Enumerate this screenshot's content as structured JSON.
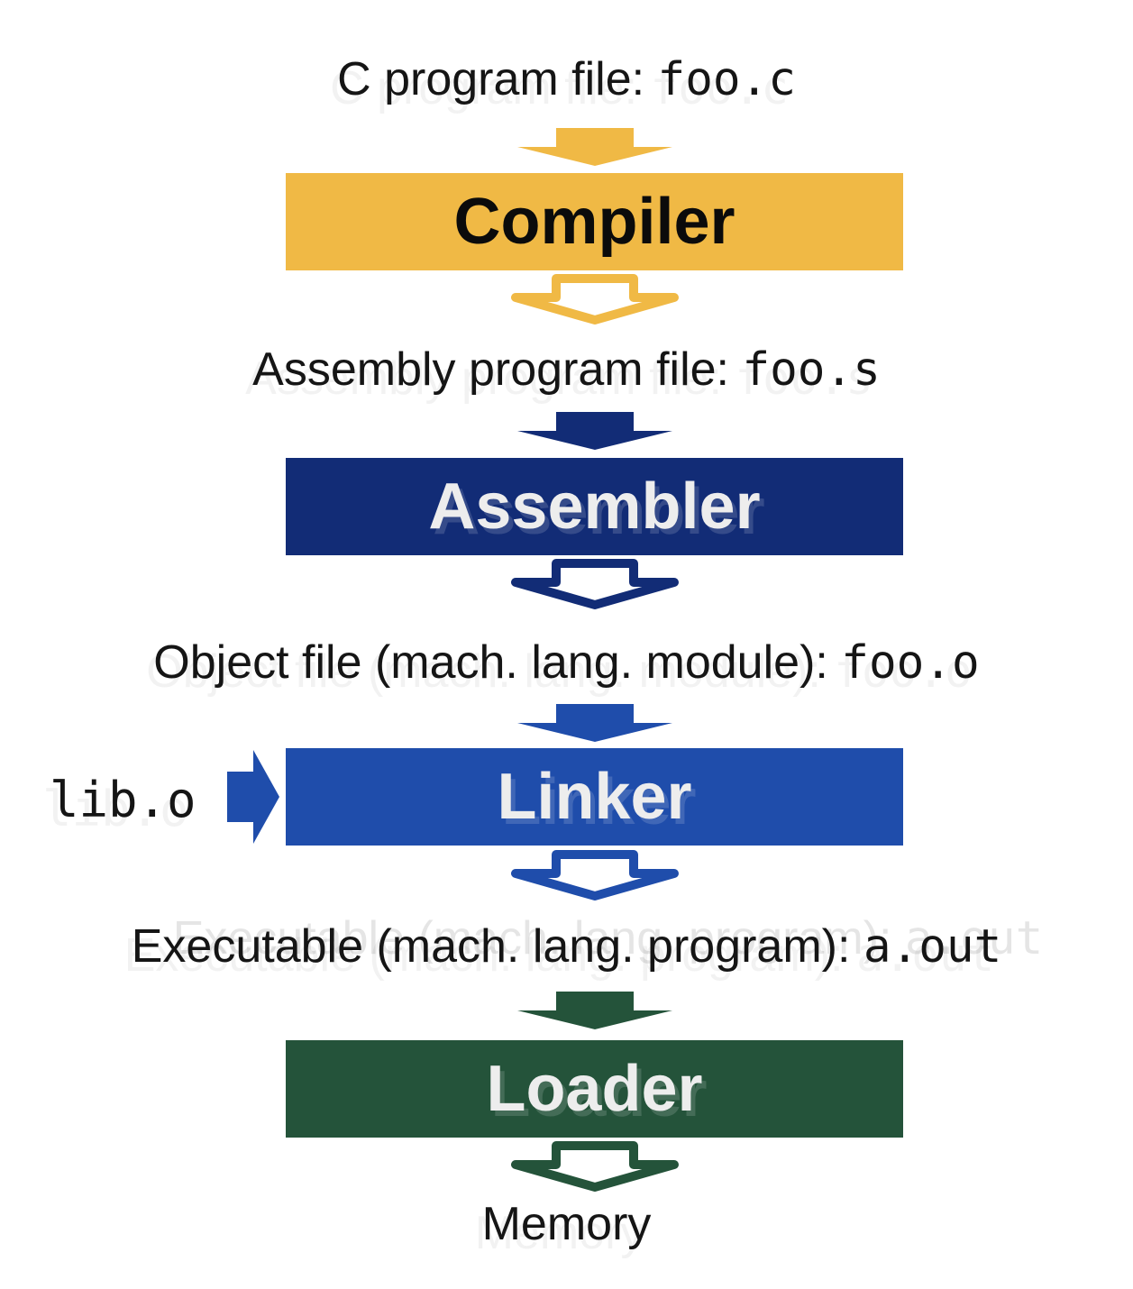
{
  "diagram": {
    "final_output_label": "Memory",
    "stages": [
      {
        "input_label": "C program file: ",
        "input_file": "foo.c",
        "box_label": "Compiler",
        "box_color": "#F0B945",
        "box_text_color": "#0B0B0B"
      },
      {
        "input_label": "Assembly program file: ",
        "input_file": "foo.s",
        "box_label": "Assembler",
        "box_color": "#122C76",
        "box_text_color": "#EDEDED"
      },
      {
        "input_label": "Object file (mach. lang. module): ",
        "input_file": "foo.o",
        "box_label": "Linker",
        "box_color": "#1F4DAB",
        "box_text_color": "#EDEDED",
        "side_input_file": "lib.o"
      },
      {
        "input_label": "Executable (mach. lang. program): ",
        "input_file": "a.out",
        "box_label": "Loader",
        "box_color": "#24533A",
        "box_text_color": "#EDEDED"
      }
    ]
  }
}
